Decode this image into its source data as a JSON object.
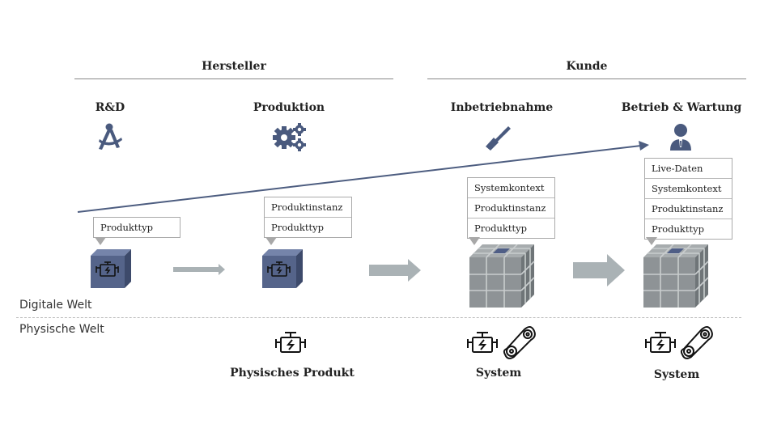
{
  "groups": {
    "manufacturer": "Hersteller",
    "customer": "Kunde"
  },
  "phases": [
    {
      "title": "R&D",
      "icon": "compass-drafting-icon"
    },
    {
      "title": "Produktion",
      "icon": "gears-icon"
    },
    {
      "title": "Inbetriebnahme",
      "icon": "screwdriver-icon"
    },
    {
      "title": "Betrieb & Wartung",
      "icon": "user-icon"
    }
  ],
  "callouts": {
    "rd": [
      "Produkttyp"
    ],
    "production": [
      "Produktinstanz",
      "Produkttyp"
    ],
    "commissioning": [
      "Systemkontext",
      "Produktinstanz",
      "Produkttyp"
    ],
    "operation": [
      "Live-Daten",
      "Systemkontext",
      "Produktinstanz",
      "Produkttyp"
    ]
  },
  "worlds": {
    "digital": "Digitale Welt",
    "physical": "Physische Welt"
  },
  "bottom_labels": {
    "production": "Physisches Produkt",
    "commissioning": "System",
    "operation": "System"
  },
  "colors": {
    "icon_blue": "#4a5a7e",
    "cube_front": "#55648a",
    "cube_side": "#3d4a6b",
    "cube_top": "#7584aa",
    "grey_cube": "#8e9396",
    "arrow_grey": "#aab2b5",
    "trend_line": "#4d5d80"
  }
}
